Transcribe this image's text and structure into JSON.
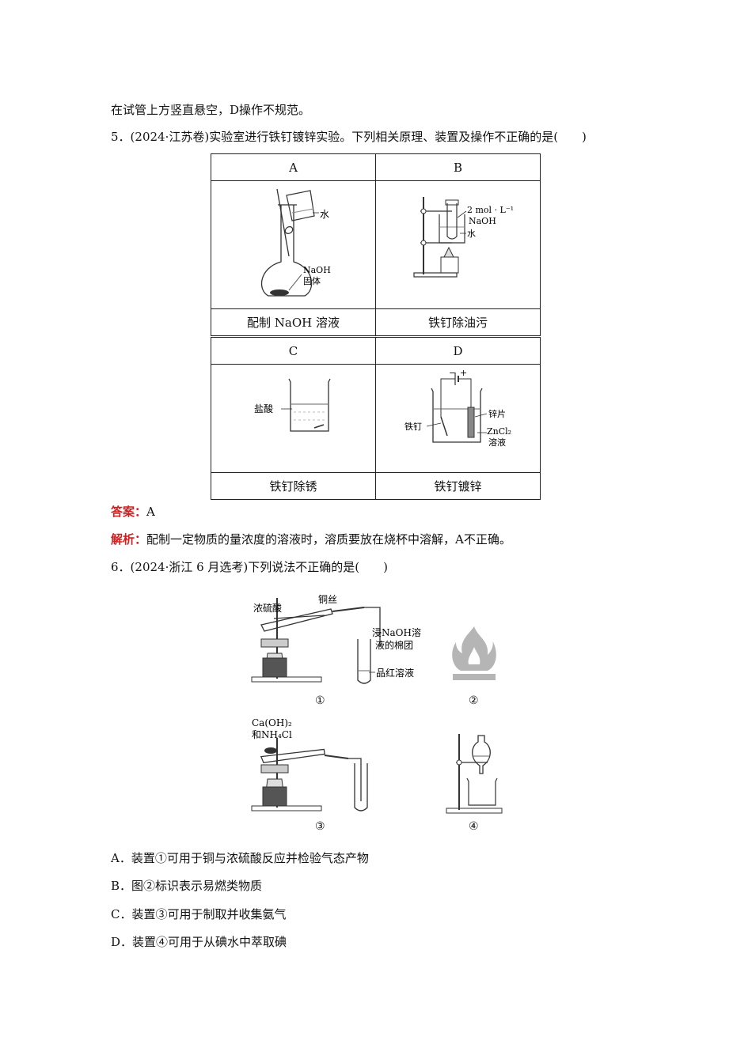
{
  "intro_line": "在试管上方竖直悬空，D操作不规范。",
  "q5": {
    "stem": "5．(2024·江苏卷)实验室进行铁钉镀锌实验。下列相关原理、装置及操作不正确的是(　　)",
    "cells": [
      {
        "letter": "A",
        "caption": "配制 NaOH 溶液",
        "labels": {
          "water": "水",
          "naoh1": "NaOH",
          "naoh2": "固体"
        }
      },
      {
        "letter": "B",
        "caption": "铁钉除油污",
        "labels": {
          "conc": "2 mol · L⁻¹",
          "naoh": "NaOH",
          "water": "水"
        }
      },
      {
        "letter": "C",
        "caption": "铁钉除锈",
        "labels": {
          "acid": "盐酸"
        }
      },
      {
        "letter": "D",
        "caption": "铁钉镀锌",
        "labels": {
          "minus": "−",
          "plus": "+",
          "zinc": "锌片",
          "nail": "铁钉",
          "zncl2": "ZnCl₂",
          "soln": "溶液"
        }
      }
    ],
    "answer_label": "答案：",
    "answer": "A",
    "analysis_label": "解析：",
    "analysis": "配制一定物质的量浓度的溶液时，溶质要放在烧杯中溶解，A不正确。"
  },
  "q6": {
    "stem": "6．(2024·浙江 6 月选考)下列说法不正确的是(　　)",
    "fig1": {
      "acid": "浓硫酸",
      "wire": "铜丝",
      "cotton1": "浸NaOH溶",
      "cotton2": "液的棉团",
      "dye": "品红溶液",
      "num": "①"
    },
    "fig2": {
      "num": "②"
    },
    "fig3": {
      "reagent1": "Ca(OH)₂",
      "reagent2": "和NH₄Cl",
      "num": "③"
    },
    "fig4": {
      "num": "④"
    },
    "options": [
      "A．装置①可用于铜与浓硫酸反应并检验气态产物",
      "B．图②标识表示易燃类物质",
      "C．装置③可用于制取并收集氨气",
      "D．装置④可用于从碘水中萃取碘"
    ]
  }
}
